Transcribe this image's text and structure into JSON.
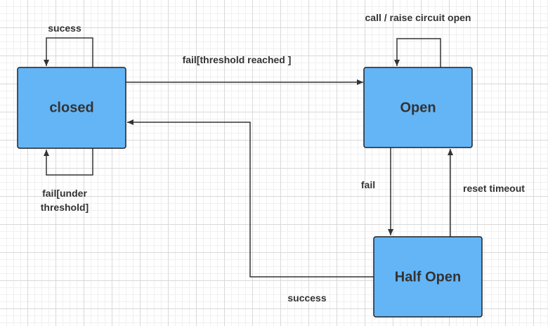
{
  "colors": {
    "node_fill": "#64b5f6",
    "node_stroke": "#222222",
    "edge": "#333333"
  },
  "nodes": {
    "closed": "closed",
    "open": "Open",
    "half_open": "Half Open"
  },
  "edges": {
    "closed_self_top": "sucess",
    "closed_to_open": "fail[threshold reached ]",
    "open_self": "call / raise circuit open",
    "closed_self_bottom_line1": "fail[under",
    "closed_self_bottom_line2": "threshold]",
    "open_to_half": "fail",
    "half_to_open": "reset timeout",
    "half_to_closed": "success"
  }
}
